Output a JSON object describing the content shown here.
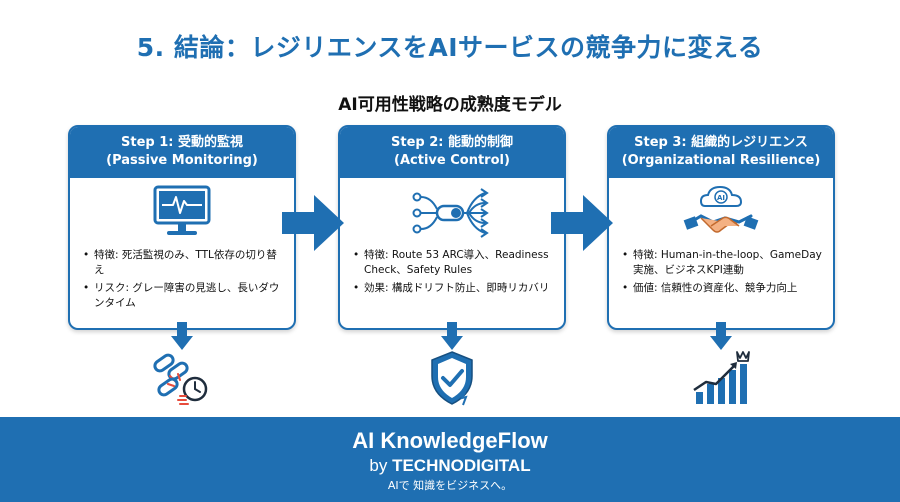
{
  "title": "5. 結論：レジリエンスをAIサービスの競争力に変える",
  "subtitle": "AI可用性戦略の成熟度モデル",
  "steps": [
    {
      "title": "Step 1: 受動的監視",
      "subtitle": "(Passive Monitoring)",
      "icon": "monitor-heartbeat-icon",
      "bullets": [
        "特徴: 死活監視のみ、TTL依存の切り替え",
        "リスク: グレー障害の見逃し、長いダウンタイム"
      ],
      "bottom_icon": "broken-chain-clock-icon"
    },
    {
      "title": "Step 2: 能動的制御",
      "subtitle": "(Active Control)",
      "icon": "routing-switch-icon",
      "bullets": [
        "特徴: Route 53 ARC導入、Readiness Check、Safety Rules",
        "効果: 構成ドリフト防止、即時リカバリ"
      ],
      "bottom_icon": "shield-check-icon"
    },
    {
      "title": "Step 3: 組織的レジリエンス",
      "subtitle": "(Organizational Resilience)",
      "icon": "ai-cloud-handshake-icon",
      "icon_label": "AI",
      "bullets": [
        "特徴: Human-in-the-loop、GameDay実施、ビジネスKPI連動",
        "価値: 信頼性の資産化、競争力向上"
      ],
      "bottom_icon": "growth-chart-crown-icon"
    }
  ],
  "colors": {
    "primary": "#1f6fb2",
    "text": "#111111",
    "background": "#ffffff"
  },
  "footer": {
    "brand": "AI KnowledgeFlow",
    "by_prefix": "by ",
    "by_company": "TECHNODIGITAL",
    "tagline": "AIで 知識をビジネスへ。"
  }
}
